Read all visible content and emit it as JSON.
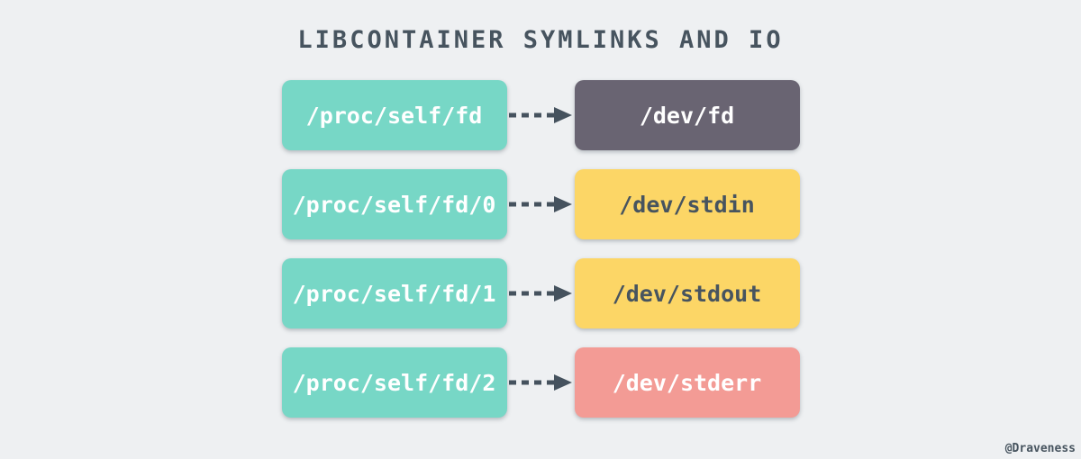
{
  "title": "LIBCONTAINER SYMLINKS AND IO",
  "watermark": "@Draveness",
  "colors": {
    "background": "#eef0f2",
    "slate": "#47545f",
    "arrow": "#45525e",
    "teal": "#77d7c6",
    "dark": "#696472",
    "yellow": "#fcd666",
    "salmon": "#f39b95",
    "light_text": "#ffffff"
  },
  "rows": [
    {
      "source": "/proc/self/fd",
      "target": "/dev/fd",
      "target_color_key": "dark"
    },
    {
      "source": "/proc/self/fd/0",
      "target": "/dev/stdin",
      "target_color_key": "yellow"
    },
    {
      "source": "/proc/self/fd/1",
      "target": "/dev/stdout",
      "target_color_key": "yellow"
    },
    {
      "source": "/proc/self/fd/2",
      "target": "/dev/stderr",
      "target_color_key": "salmon"
    }
  ]
}
